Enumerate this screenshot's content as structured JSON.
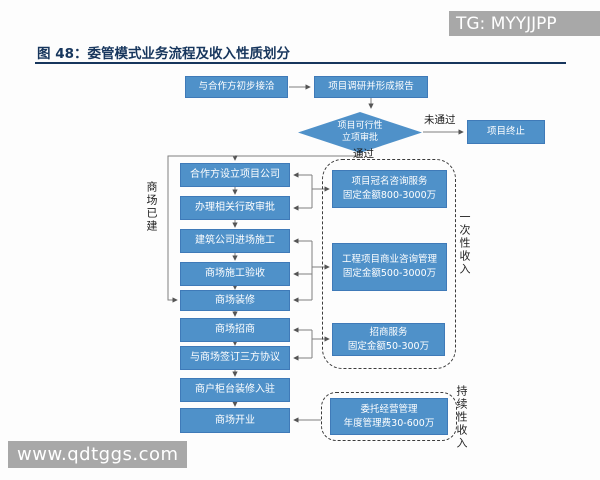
{
  "watermarks": {
    "top_right": "TG: MYYJJPP",
    "bottom_left": "www.qdtggs.com"
  },
  "figure": {
    "title": "图 48：委管模式业务流程及收入性质划分"
  },
  "colors": {
    "box_blue": "#4f91c9",
    "box_border": "#3f7ab8",
    "title_navy": "#17365d",
    "watermark_gray": "#a8a8a8",
    "connector_gray": "#808080",
    "dashed_border": "#3c3c3c"
  },
  "flow": {
    "top": {
      "step_contact": "与合作方初步接洽",
      "step_report": "项目调研并形成报告",
      "decision_line1": "项目可行性",
      "decision_line2": "立项审批",
      "fail_label": "未通过",
      "pass_label": "通过",
      "terminate": "项目终止"
    },
    "left_label": "商场已建",
    "steps": [
      {
        "label": "合作方设立项目公司"
      },
      {
        "label": "办理相关行政审批"
      },
      {
        "label": "建筑公司进场施工"
      },
      {
        "label": "商场施工验收"
      },
      {
        "label": "商场装修"
      },
      {
        "label": "商场招商"
      },
      {
        "label": "与商场签订三方协议"
      },
      {
        "label": "商户柜台装修入驻"
      },
      {
        "label": "商场开业"
      }
    ],
    "revenue": {
      "one_time_label": "一次性收入",
      "recurring_label": "持续性收入",
      "items": [
        {
          "line1": "项目冠名咨询服务",
          "line2": "固定金额800-3000万"
        },
        {
          "line1": "工程项目商业咨询管理",
          "line2": "固定金额500-3000万"
        },
        {
          "line1": "招商服务",
          "line2": "固定金额50-300万"
        },
        {
          "line1": "委托经营管理",
          "line2": "年度管理费30-600万"
        }
      ]
    }
  }
}
